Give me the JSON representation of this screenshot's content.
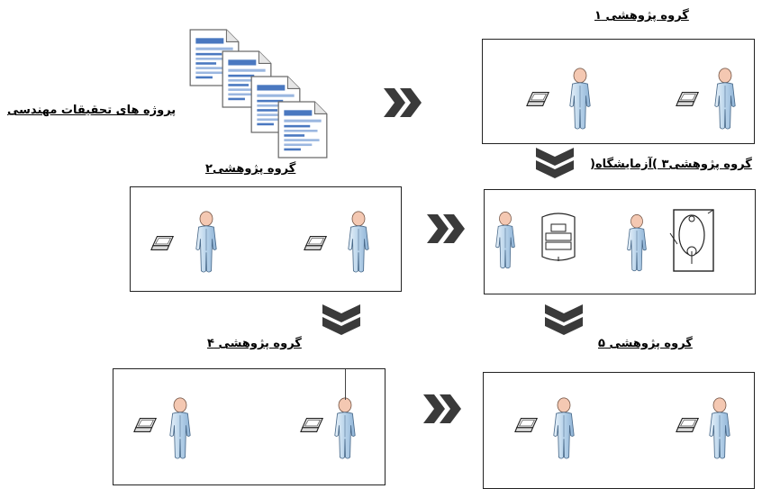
{
  "projects_label": "پروژه های تحقیقات مهندسی",
  "groups": {
    "g1": {
      "title": "گروه پژوهشی ۱"
    },
    "g2": {
      "title": "گروه پژوهشی۲"
    },
    "g3": {
      "title": "گروه پژوهشی۳ )آزمایشگاه("
    },
    "g4": {
      "title": "گروه پژوهشی ۴"
    },
    "g5": {
      "title": "گروه پژوهشی ۵"
    }
  },
  "icons": {
    "person": "person-icon",
    "laptop": "laptop-icon",
    "document": "document-icon",
    "lab_device": "lab-device-icon",
    "lab_machine": "lab-machine-icon",
    "chevron_right": "chevron-right-icon",
    "chevron_down": "chevron-down-icon"
  },
  "colors": {
    "person_fill": "#c9dff0",
    "person_skin": "#f4c8b2",
    "arrow": "#3a3a3a",
    "doc_blue": "#4a78c0"
  }
}
